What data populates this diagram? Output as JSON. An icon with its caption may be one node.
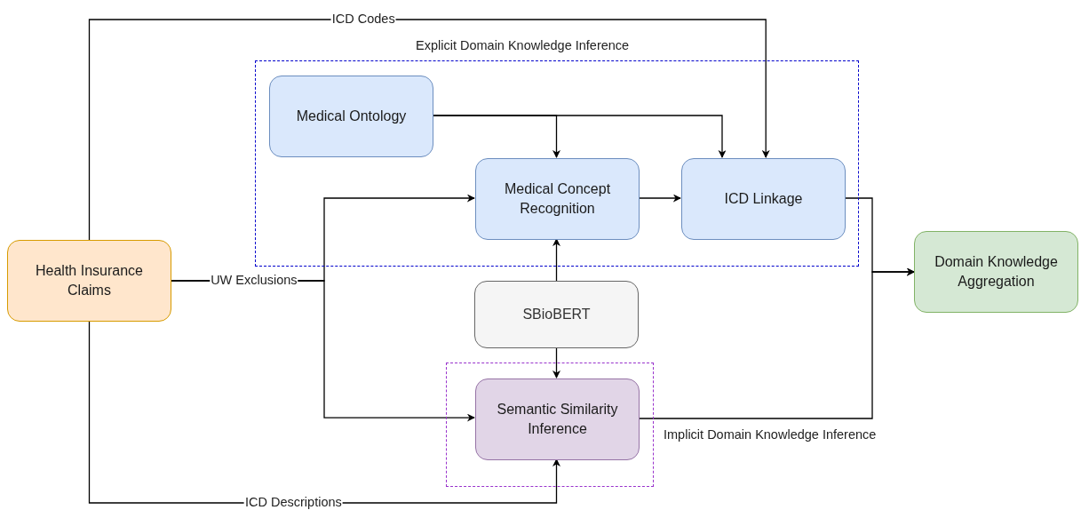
{
  "diagram": {
    "nodes": [
      {
        "text": [
          "Explicit Domain Knowledge Inference"
        ]
      },
      {
        "text": [
          "Medical Ontology"
        ],
        "in": 0
      },
      {
        "text": [
          "Medical Concept Recognition"
        ],
        "in": 0
      },
      {
        "text": [
          "ICD Linkage"
        ],
        "in": 0
      },
      {
        "text": [
          "Health Insurance Claims"
        ]
      },
      {
        "text": [
          "SBioBERT"
        ]
      },
      {
        "text": [
          "Implicit Domain Knowledge Inference"
        ]
      },
      {
        "text": [
          "Semantic Similarity Inference"
        ],
        "in": 6
      },
      {
        "text": [
          "Domain Knowledge Aggregation"
        ]
      }
    ],
    "edges": [
      {
        "from": 4,
        "to": 3,
        "arrow": "to",
        "label": "ICD Codes"
      },
      {
        "from": 1,
        "to": 2,
        "arrow": "to"
      },
      {
        "from": 1,
        "to": 3,
        "arrow": "to"
      },
      {
        "from": 4,
        "to": 2,
        "arrow": "to",
        "label": "UW Exclusions"
      },
      {
        "from": 4,
        "to": 7,
        "arrow": "to"
      },
      {
        "from": 4,
        "to": 7,
        "arrow": "to",
        "label": "ICD Descriptions"
      },
      {
        "from": 2,
        "to": 3,
        "arrow": "to"
      },
      {
        "from": 5,
        "to": 2,
        "arrow": "to"
      },
      {
        "from": 5,
        "to": 7,
        "arrow": "to"
      },
      {
        "from": 3,
        "to": 8,
        "arrow": "to"
      },
      {
        "from": 7,
        "to": 8,
        "arrow": "to"
      }
    ]
  }
}
